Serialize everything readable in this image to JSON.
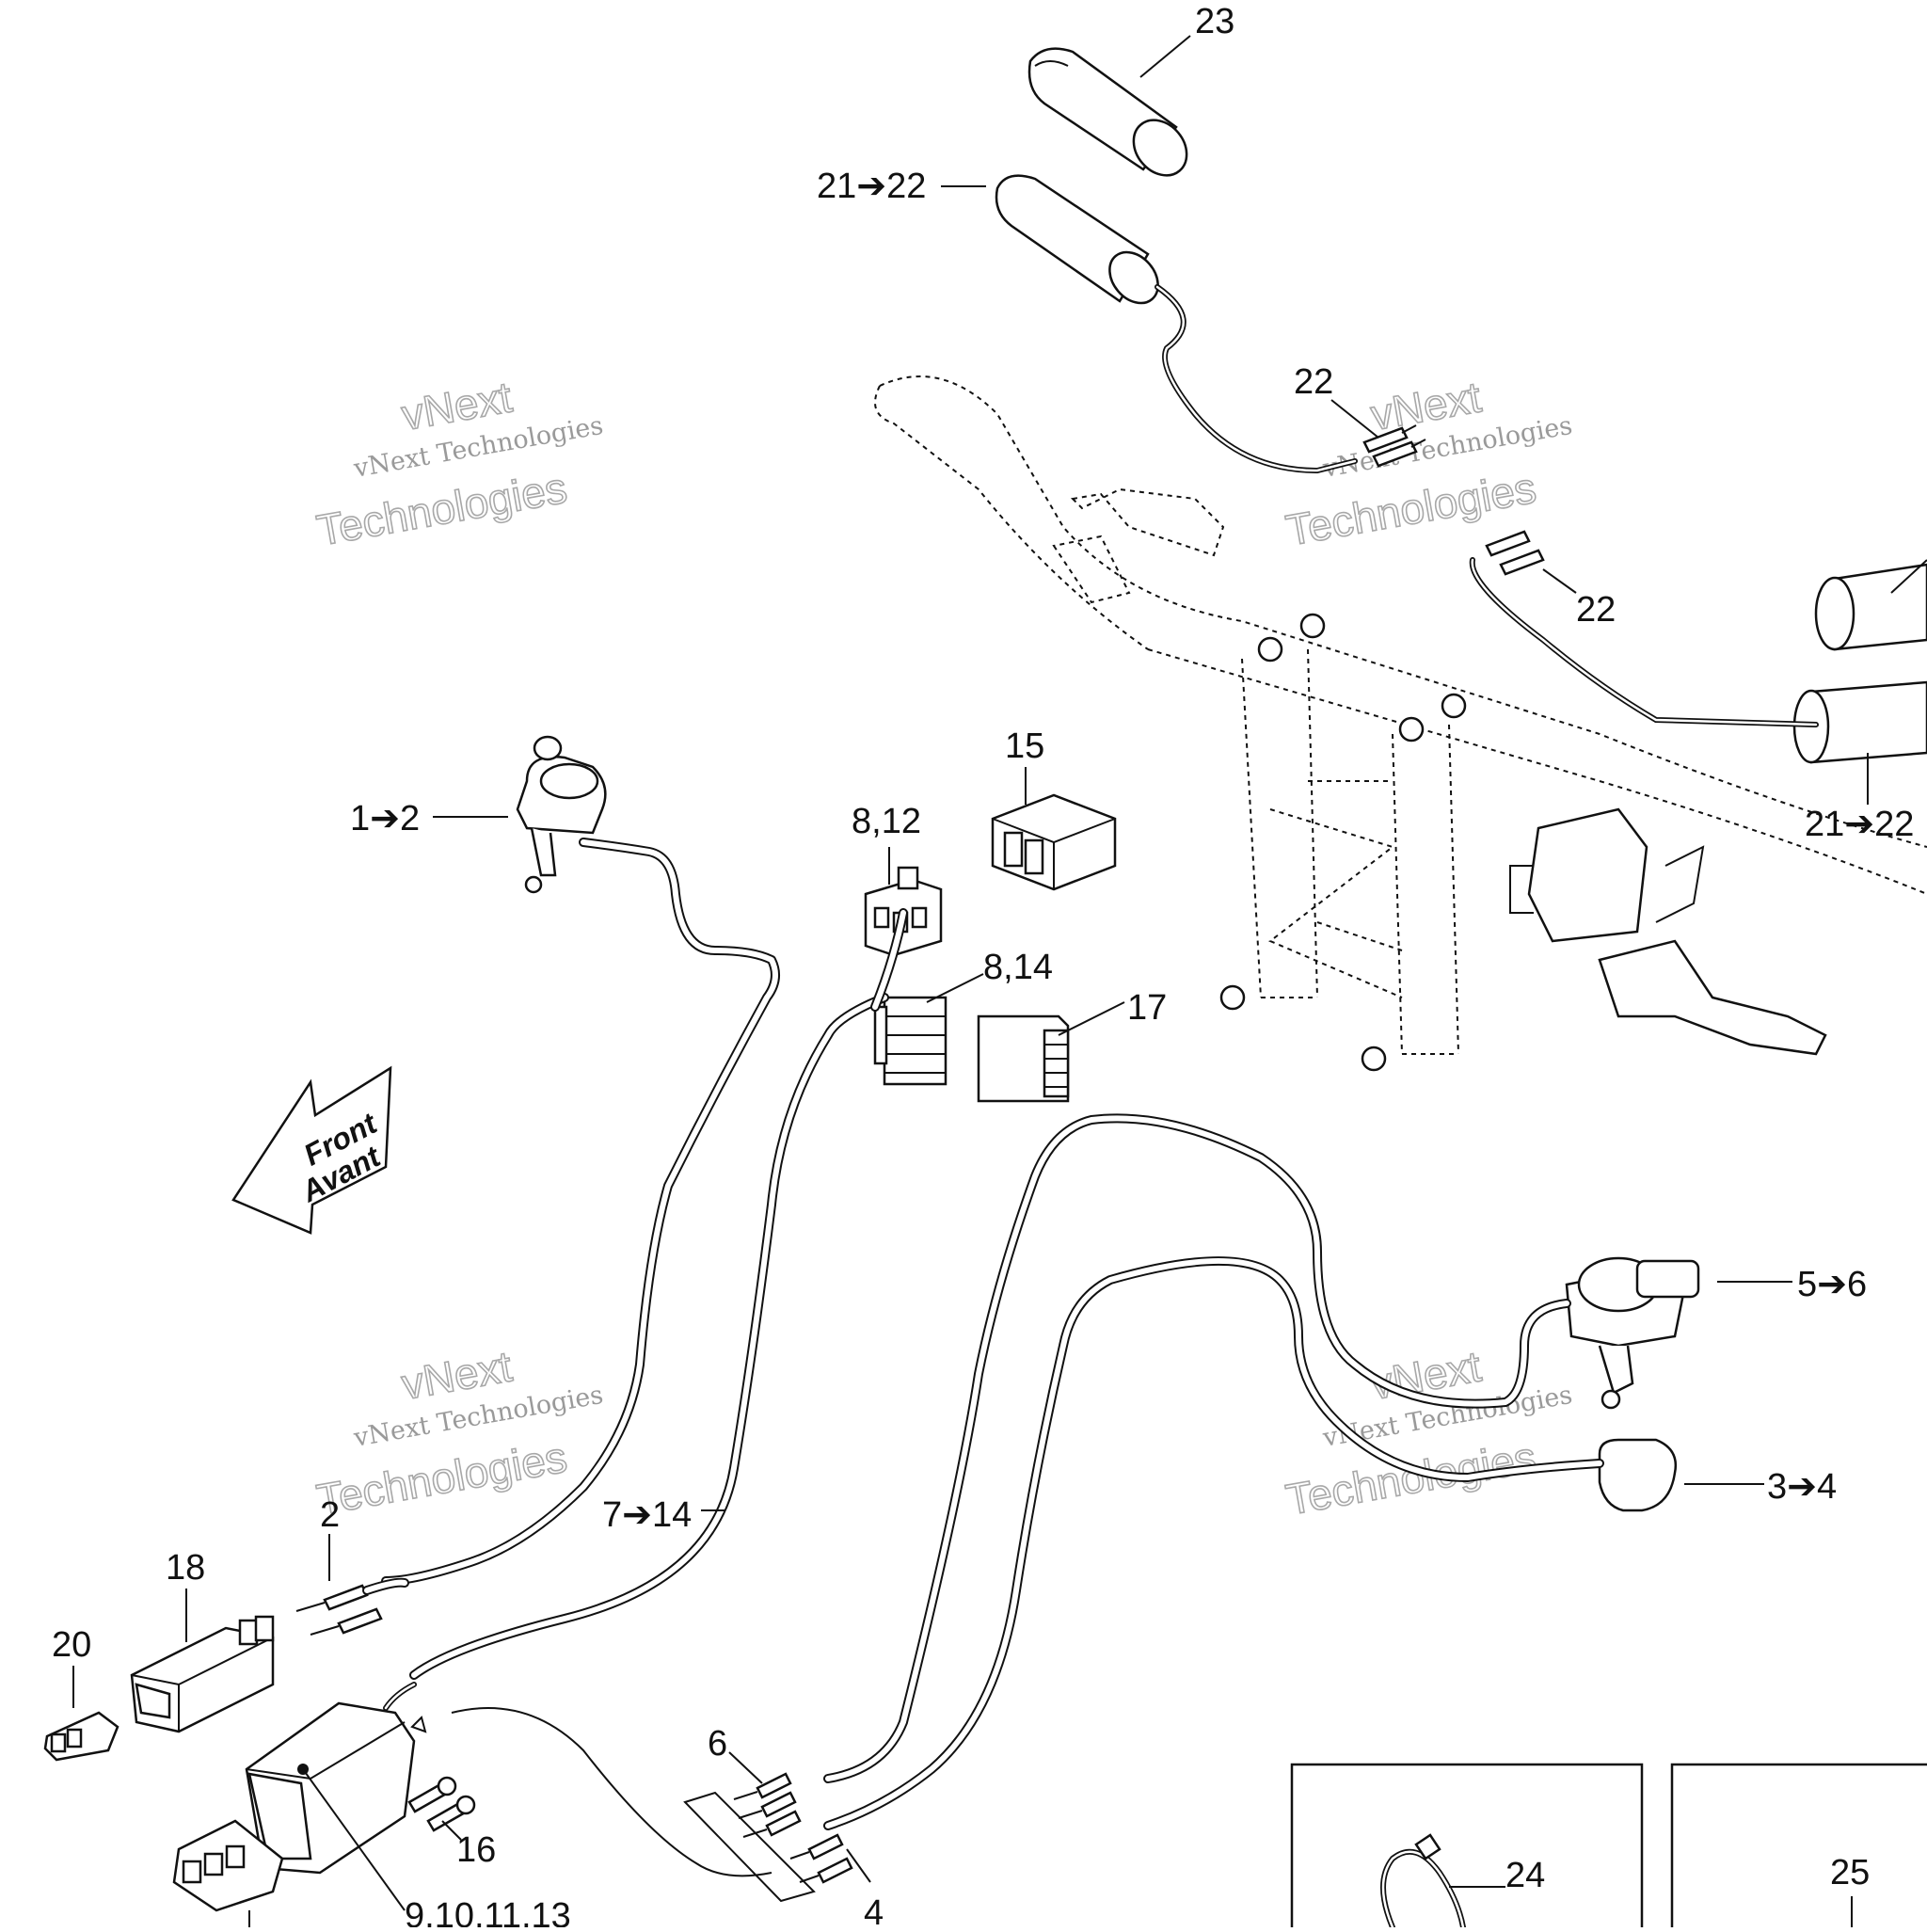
{
  "diagram": {
    "callouts": {
      "c23": "23",
      "c21_22_top": "21➔22",
      "c22_top": "22",
      "c22_mid": "22",
      "c21_22_right": "21➔22",
      "c15": "15",
      "c8_12": "8,12",
      "c8_14": "8,14",
      "c17": "17",
      "c1_2": "1➔2",
      "c5_6": "5➔6",
      "c3_4": "3➔4",
      "c7_14": "7➔14",
      "c2": "2",
      "c18": "18",
      "c20": "20",
      "c6": "6",
      "c16": "16",
      "c4": "4",
      "c9_13": "9,10,11,13",
      "c24": "24",
      "c25": "25"
    },
    "direction_arrow": {
      "line1": "Front",
      "line2": "Avant"
    },
    "watermark": {
      "line1": "vNext",
      "line2": "vNext Technologies",
      "line3": "Technologies"
    }
  }
}
